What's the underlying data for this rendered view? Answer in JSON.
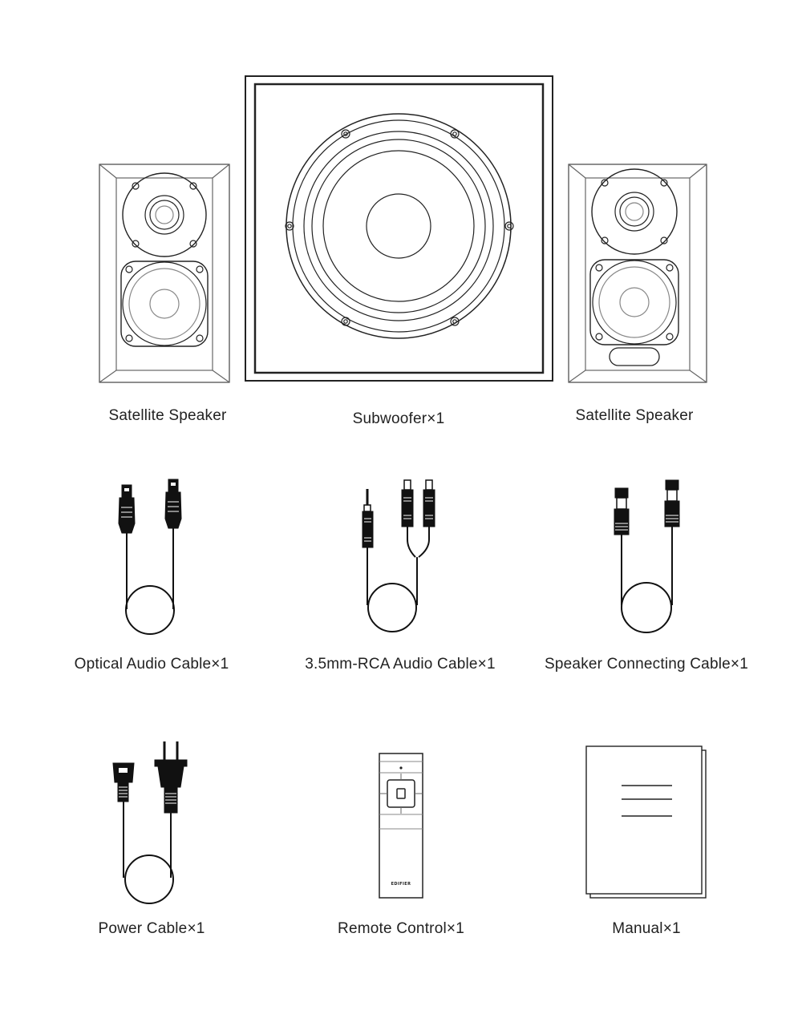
{
  "items": {
    "satellite_left": {
      "label": "Satellite Speaker"
    },
    "subwoofer": {
      "label": "Subwoofer×1"
    },
    "satellite_right": {
      "label": "Satellite Speaker"
    },
    "optical_cable": {
      "label": "Optical Audio Cable×1"
    },
    "rca_cable": {
      "label": "3.5mm-RCA Audio Cable×1"
    },
    "speaker_cable": {
      "label": "Speaker Connecting Cable×1"
    },
    "power_cable": {
      "label": "Power Cable×1"
    },
    "remote": {
      "label": "Remote Control×1",
      "brand_mark": "EDIFIER"
    },
    "manual": {
      "label": "Manual×1"
    }
  }
}
